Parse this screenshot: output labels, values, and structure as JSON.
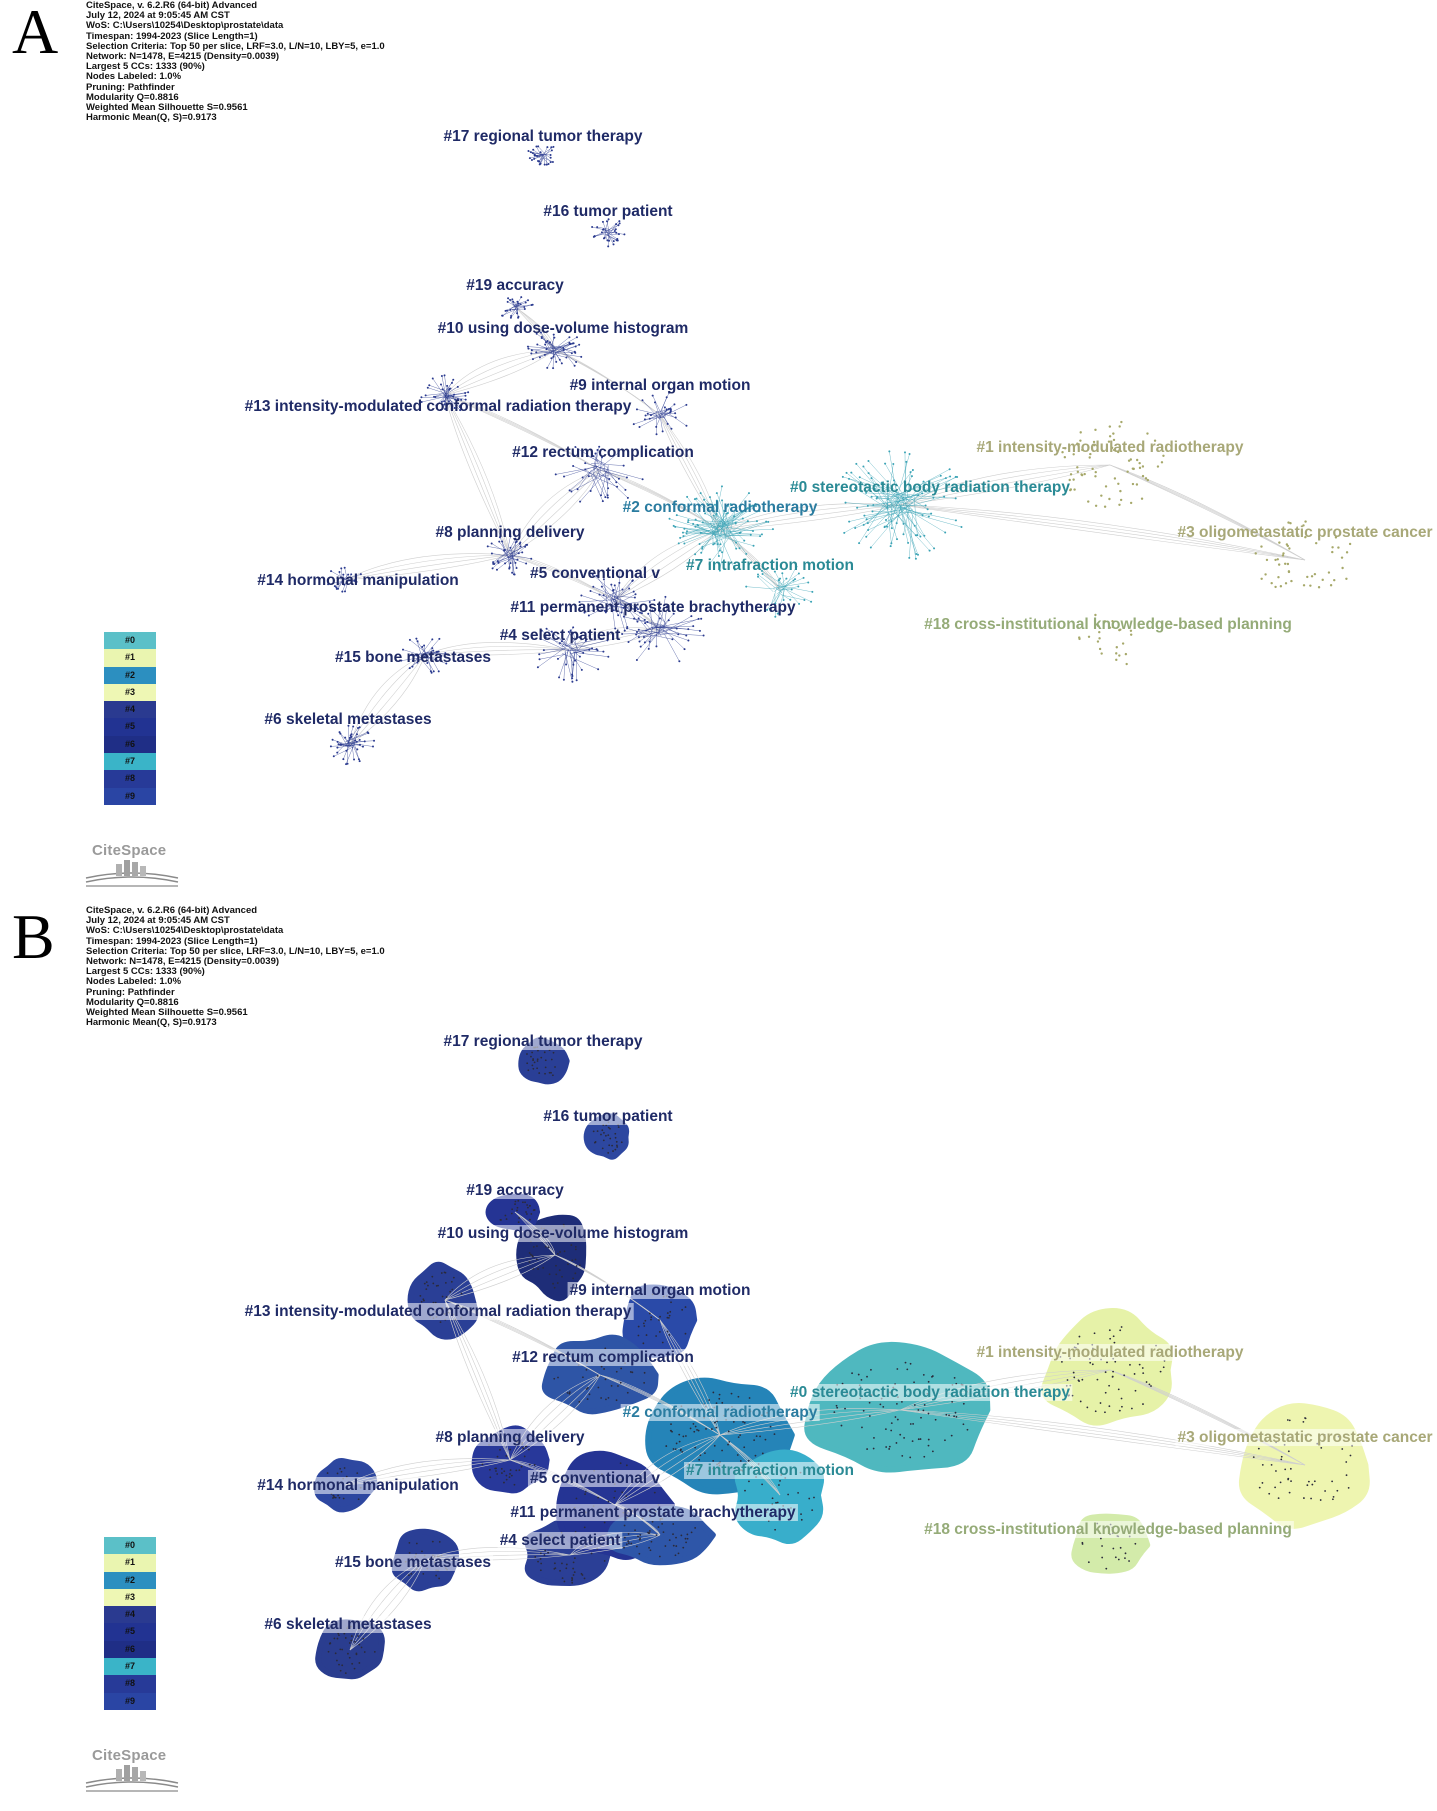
{
  "panels": [
    {
      "letter": "A",
      "mode": "network",
      "meta": [
        "CiteSpace, v. 6.2.R6 (64-bit) Advanced",
        "July 12, 2024 at 9:05:45 AM CST",
        "WoS: C:\\Users\\10254\\Desktop\\prostate\\data",
        "Timespan: 1994-2023 (Slice Length=1)",
        "Selection Criteria: Top 50 per slice, LRF=3.0, L/N=10, LBY=5, e=1.0",
        "Network: N=1478, E=4215 (Density=0.0039)",
        "Largest 5 CCs: 1333 (90%)",
        "Nodes Labeled: 1.0%",
        "Pruning: Pathfinder",
        "Modularity Q=0.8816",
        "Weighted Mean Silhouette S=0.9561",
        "Harmonic Mean(Q, S)=0.9173"
      ]
    },
    {
      "letter": "B",
      "mode": "clusters",
      "meta": [
        "CiteSpace, v. 6.2.R6 (64-bit) Advanced",
        "July 12, 2024 at 9:05:45 AM CST",
        "WoS: C:\\Users\\10254\\Desktop\\prostate\\data",
        "Timespan: 1994-2023 (Slice Length=1)",
        "Selection Criteria: Top 50 per slice, LRF=3.0, L/N=10, LBY=5, e=1.0",
        "Network: N=1478, E=4215 (Density=0.0039)",
        "Largest 5 CCs: 1333 (90%)",
        "Nodes Labeled: 1.0%",
        "Pruning: Pathfinder",
        "Modularity Q=0.8816",
        "Weighted Mean Silhouette S=0.9561",
        "Harmonic Mean(Q, S)=0.9173"
      ]
    }
  ],
  "clusters": [
    {
      "id": 0,
      "label": "#0 stereotactic body radiation therapy",
      "color": "#4fb8bf",
      "text_color": "#2a8a95"
    },
    {
      "id": 1,
      "label": "#1 intensity-modulated radiotherapy",
      "color": "#e6f2a8",
      "text_color": "#a8a878"
    },
    {
      "id": 2,
      "label": "#2 conformal radiotherapy",
      "color": "#2584b8",
      "text_color": "#2a7ca0"
    },
    {
      "id": 3,
      "label": "#3 oligometastatic prostate cancer",
      "color": "#eef5b0",
      "text_color": "#a8a878"
    },
    {
      "id": 4,
      "label": "#4 select patient",
      "color": "#2b3f96",
      "text_color": "#1f2a66"
    },
    {
      "id": 5,
      "label": "#5 conventional v",
      "color": "#253494",
      "text_color": "#1f2a66"
    },
    {
      "id": 6,
      "label": "#6 skeletal metastases",
      "color": "#2a3d8f",
      "text_color": "#1f2a66"
    },
    {
      "id": 7,
      "label": "#7 intrafraction motion",
      "color": "#38aecb",
      "text_color": "#2a8a95"
    },
    {
      "id": 8,
      "label": "#8 planning delivery",
      "color": "#28389a",
      "text_color": "#1f2a66"
    },
    {
      "id": 9,
      "label": "#9 internal organ motion",
      "color": "#2a4aa8",
      "text_color": "#1f2a66"
    },
    {
      "id": 10,
      "label": "#10 using dose-volume histogram",
      "color": "#1e2d78",
      "text_color": "#1f2a66"
    },
    {
      "id": 11,
      "label": "#11 permanent prostate brachytherapy",
      "color": "#2e56a8",
      "text_color": "#1f2a66"
    },
    {
      "id": 12,
      "label": "#12 rectum complication",
      "color": "#2e55a6",
      "text_color": "#1f2a66"
    },
    {
      "id": 13,
      "label": "#13 intensity-modulated conformal radiation therapy",
      "color": "#2a3f96",
      "text_color": "#1f2a66"
    },
    {
      "id": 14,
      "label": "#14 hormonal manipulation",
      "color": "#2d47a0",
      "text_color": "#1f2a66"
    },
    {
      "id": 15,
      "label": "#15 bone metastases",
      "color": "#2a3f96",
      "text_color": "#1f2a66"
    },
    {
      "id": 16,
      "label": "#16 tumor patient",
      "color": "#2d47a0",
      "text_color": "#1f2a66"
    },
    {
      "id": 17,
      "label": "#17 regional tumor therapy",
      "color": "#2a3f96",
      "text_color": "#1f2a66"
    },
    {
      "id": 18,
      "label": "#18 cross-institutional knowledge-based planning",
      "color": "#d3ebaa",
      "text_color": "#95ab78"
    },
    {
      "id": 19,
      "label": "#19 accuracy",
      "color": "#253494",
      "text_color": "#1f2a66"
    }
  ],
  "legend": [
    {
      "label": "#0",
      "color": "#5bc0c8"
    },
    {
      "label": "#1",
      "color": "#eaf5b0"
    },
    {
      "label": "#2",
      "color": "#2c8fc0"
    },
    {
      "label": "#3",
      "color": "#eef7b4"
    },
    {
      "label": "#4",
      "color": "#2a3a90"
    },
    {
      "label": "#5",
      "color": "#223392"
    },
    {
      "label": "#6",
      "color": "#1f2e86"
    },
    {
      "label": "#7",
      "color": "#3ab4c8"
    },
    {
      "label": "#8",
      "color": "#273a98"
    },
    {
      "label": "#9",
      "color": "#2a45a4"
    }
  ],
  "logo": {
    "text": "CiteSpace"
  }
}
